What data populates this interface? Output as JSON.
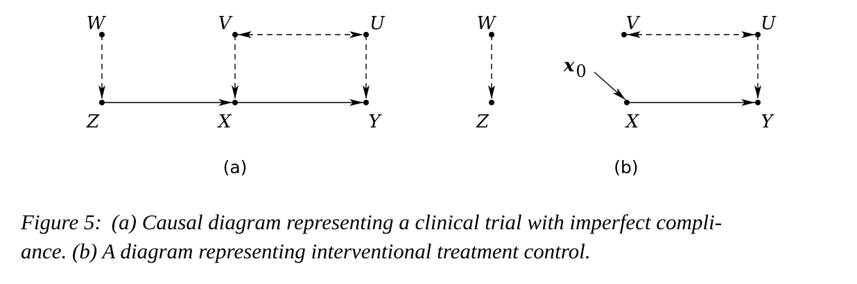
{
  "panels": [
    {
      "id": "a",
      "label": "(a)"
    },
    {
      "id": "b",
      "label": "(b)"
    }
  ],
  "nodes": {
    "a": {
      "W": "W",
      "V": "V",
      "U": "U",
      "Z": "Z",
      "X": "X",
      "Y": "Y"
    },
    "b": {
      "W": "W",
      "V": "V",
      "U": "U",
      "Z": "Z",
      "X": "X",
      "Y": "Y",
      "x0_base": "x",
      "x0_sub": "0"
    }
  },
  "edges": {
    "a": [
      {
        "from": "W",
        "to": "Z",
        "style": "dashed",
        "kind": "directed"
      },
      {
        "from": "V",
        "to": "X",
        "style": "dashed",
        "kind": "directed"
      },
      {
        "from": "U",
        "to": "Y",
        "style": "dashed",
        "kind": "directed"
      },
      {
        "from": "V",
        "to": "U",
        "style": "dashed",
        "kind": "bidirected"
      },
      {
        "from": "Z",
        "to": "X",
        "style": "solid",
        "kind": "directed"
      },
      {
        "from": "X",
        "to": "Y",
        "style": "solid",
        "kind": "directed"
      }
    ],
    "b": [
      {
        "from": "W",
        "to": "Z",
        "style": "dashed",
        "kind": "directed"
      },
      {
        "from": "U",
        "to": "Y",
        "style": "dashed",
        "kind": "directed"
      },
      {
        "from": "V",
        "to": "U",
        "style": "dashed",
        "kind": "bidirected"
      },
      {
        "from": "x0",
        "to": "X",
        "style": "solid",
        "kind": "directed"
      },
      {
        "from": "X",
        "to": "Y",
        "style": "solid",
        "kind": "directed"
      }
    ]
  },
  "caption": {
    "figure_label": "Figure 5:",
    "line1": "(a) Causal diagram representing a clinical trial with imperfect compli-",
    "line2": "ance. (b) A diagram representing interventional treatment control."
  }
}
